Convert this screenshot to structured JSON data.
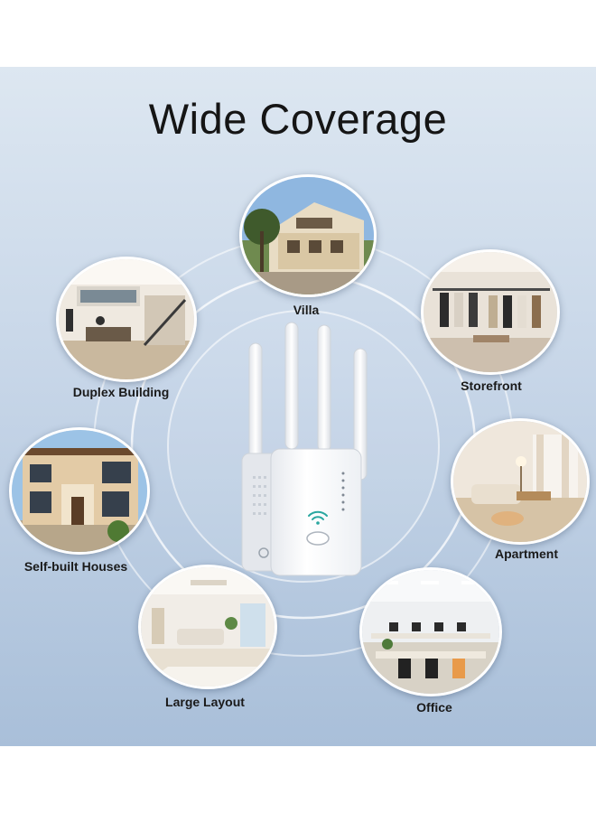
{
  "title": "Wide Coverage",
  "scenarios": [
    {
      "label": "Villa",
      "icon": "villa-image"
    },
    {
      "label": "Storefront",
      "icon": "storefront-image"
    },
    {
      "label": "Apartment",
      "icon": "apartment-image"
    },
    {
      "label": "Office",
      "icon": "office-image"
    },
    {
      "label": "Large Layout",
      "icon": "large-layout-image"
    },
    {
      "label": "Self-built Houses",
      "icon": "self-built-houses-image"
    },
    {
      "label": "Duplex Building",
      "icon": "duplex-building-image"
    }
  ],
  "colors": {
    "background_top": "#dde7f1",
    "background_bottom": "#a9bfd9",
    "ring": "#ffffff",
    "device": "#f7f8fa",
    "wifi_accent": "#2aa7a0"
  }
}
